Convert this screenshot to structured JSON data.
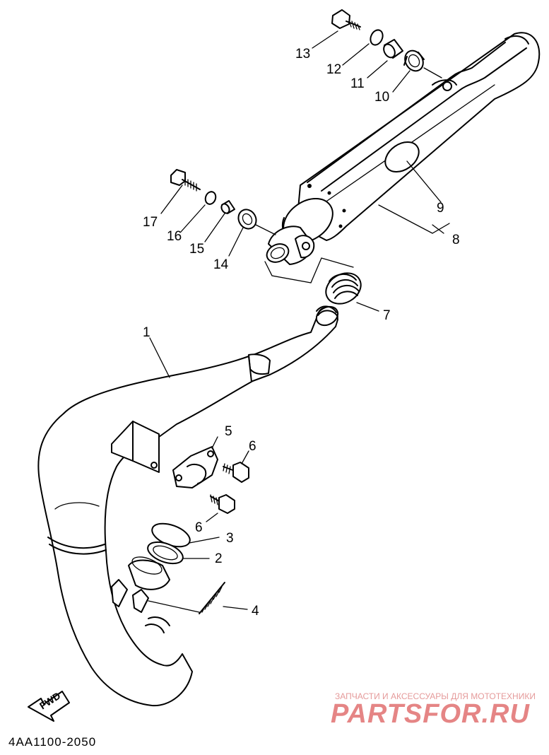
{
  "diagram": {
    "callouts": [
      {
        "id": "c13",
        "label": "13"
      },
      {
        "id": "c12",
        "label": "12"
      },
      {
        "id": "c11",
        "label": "11"
      },
      {
        "id": "c10",
        "label": "10"
      },
      {
        "id": "c9",
        "label": "9"
      },
      {
        "id": "c8",
        "label": "8"
      },
      {
        "id": "c17",
        "label": "17"
      },
      {
        "id": "c16",
        "label": "16"
      },
      {
        "id": "c15",
        "label": "15"
      },
      {
        "id": "c14",
        "label": "14"
      },
      {
        "id": "c7",
        "label": "7"
      },
      {
        "id": "c1",
        "label": "1"
      },
      {
        "id": "c5",
        "label": "5"
      },
      {
        "id": "c6a",
        "label": "6"
      },
      {
        "id": "c6b",
        "label": "6"
      },
      {
        "id": "c3",
        "label": "3"
      },
      {
        "id": "c2",
        "label": "2"
      },
      {
        "id": "c4",
        "label": "4"
      }
    ],
    "direction_label": "FWD",
    "diagram_code": "4AA1100-2050"
  },
  "watermark": {
    "tagline": "ЗАПЧАСТИ И АКСЕССУАРЫ ДЛЯ МОТОТЕХНИКИ",
    "brand": "PARTSFOR.RU"
  }
}
